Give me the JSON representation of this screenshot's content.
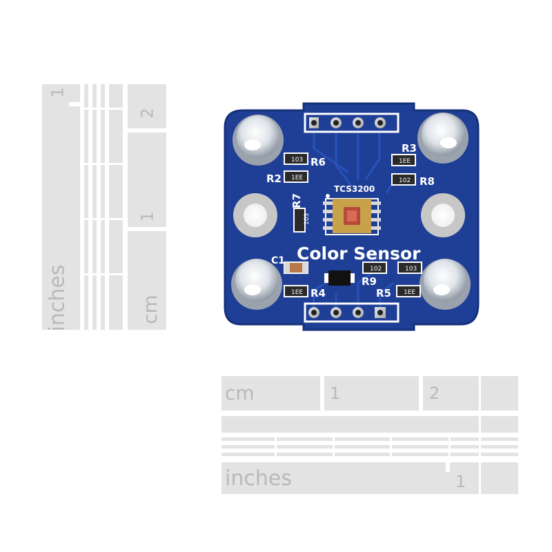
{
  "vertical_ruler": {
    "inches_label": "inches",
    "inch_mark": "1",
    "cm_label": "cm",
    "cm_mark_1": "1",
    "cm_mark_2": "2"
  },
  "horizontal_ruler": {
    "cm_label": "cm",
    "cm_mark_1": "1",
    "cm_mark_2": "2",
    "inches_label": "inches",
    "inch_mark": "1"
  },
  "board": {
    "title": "Color Sensor",
    "chip_label": "TCS3200",
    "colors": {
      "pcb": "#1f3f96",
      "pcb_edge": "#16317a",
      "silkscreen": "#ffffff",
      "chip": "#c8a24a"
    },
    "resistors": [
      {
        "ref": "R6",
        "code": "103"
      },
      {
        "ref": "R2",
        "code": "1EE"
      },
      {
        "ref": "R3",
        "code": "1EE"
      },
      {
        "ref": "R8",
        "code": "102"
      },
      {
        "ref": "R7",
        "code": "103"
      },
      {
        "ref": "R9",
        "code": "102"
      },
      {
        "ref": "R4",
        "code": "1EE"
      },
      {
        "ref": "R5",
        "code": "1EE"
      },
      {
        "ref": "C1",
        "code": ""
      },
      {
        "ref": "",
        "code": "103"
      }
    ]
  }
}
